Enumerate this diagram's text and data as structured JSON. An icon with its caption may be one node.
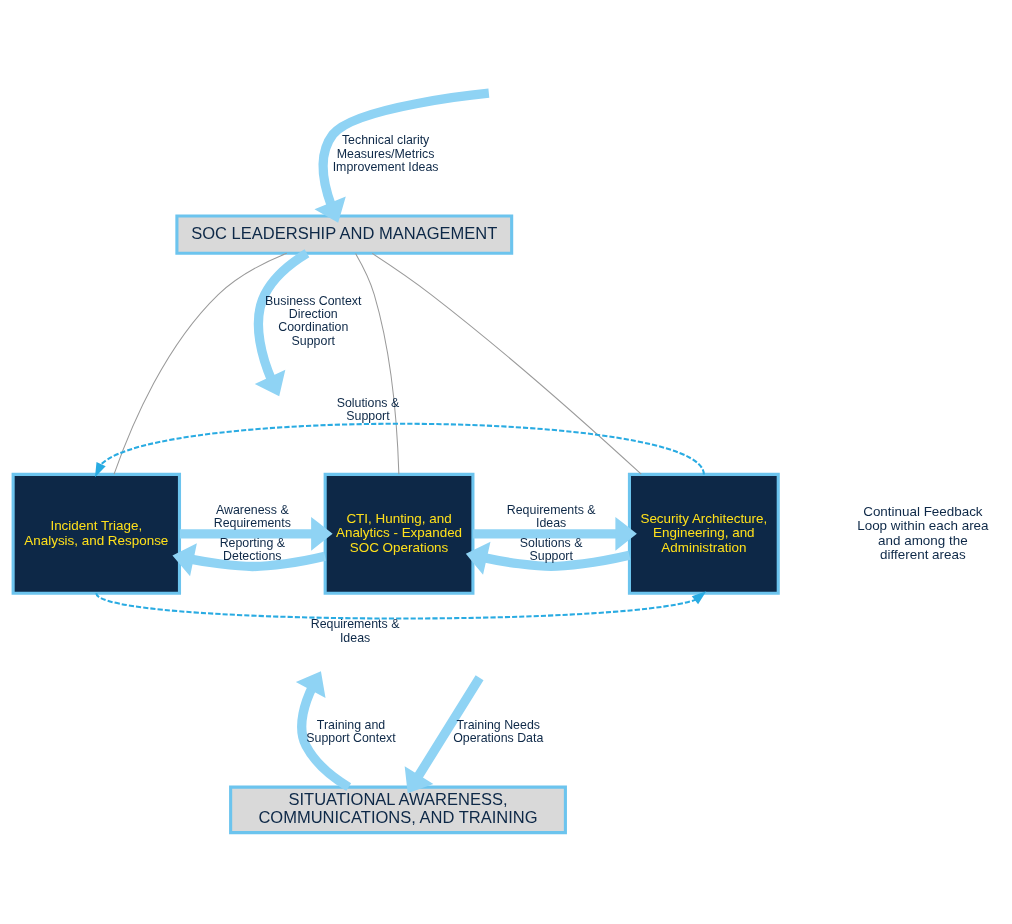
{
  "diagram": {
    "nodes": [
      {
        "text": [
          "SOC LEADERSHIP AND MANAGEMENT"
        ]
      },
      {
        "text": [
          "Incident Triage, Analysis, and Response"
        ]
      },
      {
        "text": [
          "CTI, Hunting, and Analytics - Expanded SOC Operations"
        ]
      },
      {
        "text": [
          "Security Architecture, Engineering, and Administration"
        ]
      },
      {
        "text": [
          "SITUATIONAL AWARENESS, COMMUNICATIONS, AND TRAINING"
        ]
      }
    ],
    "edges": [
      {
        "from": 0,
        "to": 1,
        "arrow": "none",
        "color": "#9a9a9a"
      },
      {
        "from": 0,
        "to": 2,
        "arrow": "none",
        "color": "#9a9a9a"
      },
      {
        "from": 0,
        "to": 3,
        "arrow": "none",
        "color": "#9a9a9a"
      },
      {
        "from": null,
        "to": 0,
        "arrow": "to",
        "label": "Technical clarity Measures/Metrics Improvement Ideas"
      },
      {
        "from": 0,
        "to": null,
        "arrow": "to",
        "label": "Business Context Direction Coordination Support"
      },
      {
        "from": 2,
        "to": 1,
        "arrow": "to",
        "label": "Reporting & Detections"
      },
      {
        "from": 1,
        "to": 2,
        "arrow": "to",
        "label": "Awareness & Requirements"
      },
      {
        "from": 2,
        "to": 3,
        "arrow": "to",
        "label": "Requirements & Ideas"
      },
      {
        "from": 3,
        "to": 2,
        "arrow": "to",
        "label": "Solutions & Support"
      },
      {
        "from": 1,
        "to": 3,
        "arrow": "to",
        "label": "Requirements & Ideas",
        "style": "dashed",
        "color": "#29abe2"
      },
      {
        "from": 3,
        "to": 1,
        "arrow": "to",
        "label": "Solutions & Support",
        "style": "dashed",
        "color": "#29abe2"
      },
      {
        "from": 4,
        "to": null,
        "arrow": "to",
        "label": "Training and Support Context"
      },
      {
        "from": null,
        "to": 4,
        "arrow": "to",
        "label": "Training Needs Operations Data"
      }
    ],
    "labels": [
      "Continual Feedback Loop within each area and among the different areas"
    ]
  }
}
